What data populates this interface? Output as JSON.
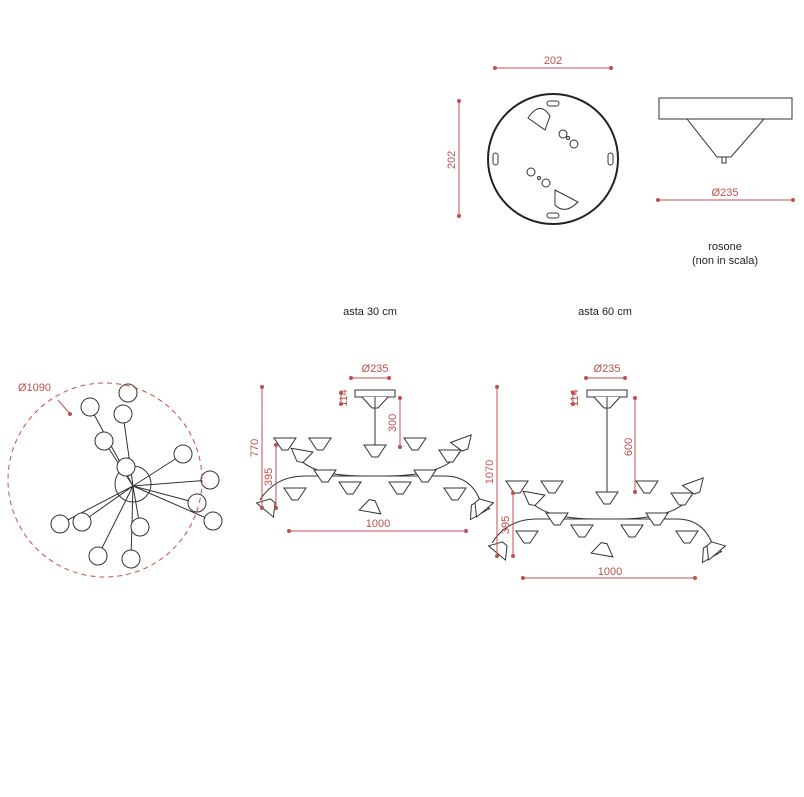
{
  "rosone": {
    "width_label": "202",
    "height_label": "202",
    "diameter_label": "Ø235",
    "caption_line1": "rosone",
    "caption_line2": "(non in scala)"
  },
  "top_view": {
    "diameter_label": "Ø1090"
  },
  "asta30": {
    "title": "asta 30 cm",
    "canopy_label": "Ø235",
    "canopy_height_label": "114",
    "stem_label": "300",
    "total_height_label": "770",
    "body_height_label": "395",
    "width_label": "1000"
  },
  "asta60": {
    "title": "asta 60 cm",
    "canopy_label": "Ø235",
    "canopy_height_label": "114",
    "stem_label": "600",
    "total_height_label": "1070",
    "body_height_label": "395",
    "width_label": "1000"
  },
  "colors": {
    "dimension": "#c0504d",
    "line": "#333333"
  }
}
